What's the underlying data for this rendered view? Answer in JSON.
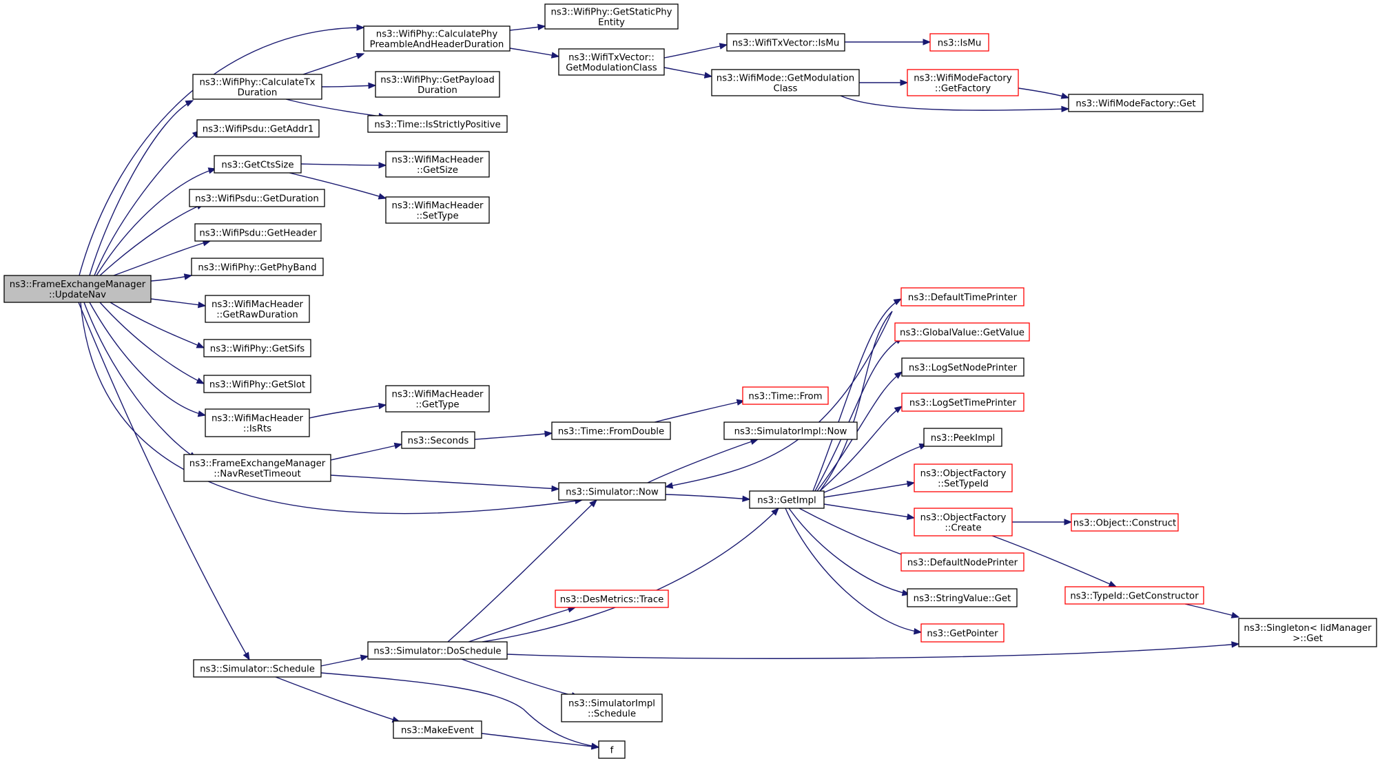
{
  "colors": {
    "edge": "#191970",
    "node_border": "#000000",
    "truncated_node_border": "#ff0000",
    "root_fill": "#bfbfbf"
  },
  "nodes": {
    "root": [
      "ns3::FrameExchangeManager",
      "::UpdateNav"
    ],
    "calcPreamble": [
      "ns3::WifiPhy::CalculatePhy",
      "PreambleAndHeaderDuration"
    ],
    "staticPhy": [
      "ns3::WifiPhy::GetStaticPhy",
      "Entity"
    ],
    "calcTx": [
      "ns3::WifiPhy::CalculateTx",
      "Duration"
    ],
    "getPayload": [
      "ns3::WifiPhy::GetPayload",
      "Duration"
    ],
    "strictlyPos": [
      "ns3::Time::IsStrictlyPositive"
    ],
    "getModClassTx": [
      "ns3::WifiTxVector::",
      "GetModulationClass"
    ],
    "txIsMu": [
      "ns3::WifiTxVector::IsMu"
    ],
    "isMu": [
      "ns3::IsMu"
    ],
    "modeGetMod": [
      "ns3::WifiMode::GetModulation",
      "Class"
    ],
    "modeFactGetFactory": [
      "ns3::WifiModeFactory",
      "::GetFactory"
    ],
    "modeFactGet": [
      "ns3::WifiModeFactory::Get"
    ],
    "psduAddr1": [
      "ns3::WifiPsdu::GetAddr1"
    ],
    "ctsSize": [
      "ns3::GetCtsSize"
    ],
    "macGetSize": [
      "ns3::WifiMacHeader",
      "::GetSize"
    ],
    "macSetType": [
      "ns3::WifiMacHeader",
      "::SetType"
    ],
    "psduDuration": [
      "ns3::WifiPsdu::GetDuration"
    ],
    "psduHeader": [
      "ns3::WifiPsdu::GetHeader"
    ],
    "phyBand": [
      "ns3::WifiPhy::GetPhyBand"
    ],
    "rawDuration": [
      "ns3::WifiMacHeader",
      "::GetRawDuration"
    ],
    "sifs": [
      "ns3::WifiPhy::GetSifs"
    ],
    "slot": [
      "ns3::WifiPhy::GetSlot"
    ],
    "macGetType": [
      "ns3::WifiMacHeader",
      "::GetType"
    ],
    "isRts": [
      "ns3::WifiMacHeader",
      "::IsRts"
    ],
    "navReset": [
      "ns3::FrameExchangeManager",
      "::NavResetTimeout"
    ],
    "seconds": [
      "ns3::Seconds"
    ],
    "fromDouble": [
      "ns3::Time::FromDouble"
    ],
    "timeFrom": [
      "ns3::Time::From"
    ],
    "implNow": [
      "ns3::SimulatorImpl::Now"
    ],
    "simNow": [
      "ns3::Simulator::Now"
    ],
    "getImpl": [
      "ns3::GetImpl"
    ],
    "defTimePrinter": [
      "ns3::DefaultTimePrinter"
    ],
    "globalGetValue": [
      "ns3::GlobalValue::GetValue"
    ],
    "logNodePrinter": [
      "ns3::LogSetNodePrinter"
    ],
    "logTimePrinter": [
      "ns3::LogSetTimePrinter"
    ],
    "peekImpl": [
      "ns3::PeekImpl"
    ],
    "ofSetTypeId": [
      "ns3::ObjectFactory",
      "::SetTypeId"
    ],
    "ofCreate": [
      "ns3::ObjectFactory",
      "::Create"
    ],
    "objConstruct": [
      "ns3::Object::Construct"
    ],
    "defNodePrinter": [
      "ns3::DefaultNodePrinter"
    ],
    "strValueGet": [
      "ns3::StringValue::Get"
    ],
    "getPointer": [
      "ns3::GetPointer"
    ],
    "getConstructor": [
      "ns3::TypeId::GetConstructor"
    ],
    "singletonGet": [
      "ns3::Singleton< IidManager",
      ">::Get"
    ],
    "schedule": [
      "ns3::Simulator::Schedule"
    ],
    "doSchedule": [
      "ns3::Simulator::DoSchedule"
    ],
    "desTrace": [
      "ns3::DesMetrics::Trace"
    ],
    "implSchedule": [
      "ns3::SimulatorImpl",
      "::Schedule"
    ],
    "makeEvent": [
      "ns3::MakeEvent"
    ],
    "f": [
      "f"
    ]
  }
}
